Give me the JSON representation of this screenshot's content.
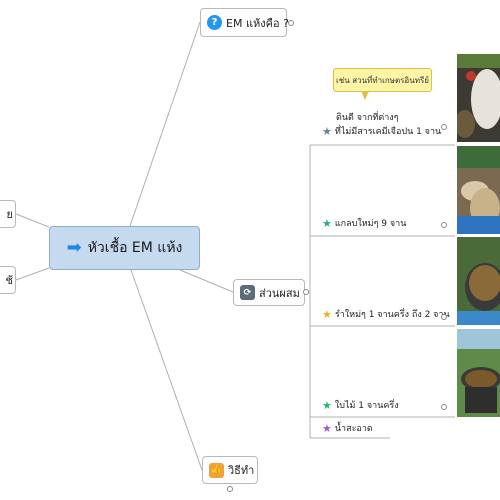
{
  "central": {
    "label": "หัวเชื้อ EM แห้ง",
    "icon": "right-arrow-icon"
  },
  "topics": {
    "what_is": {
      "label": "EM แห้งคือ ?",
      "icon": "question-icon"
    },
    "ingredients": {
      "label": "ส่วนผสม",
      "icon": "mix-icon"
    },
    "method": {
      "label": "วิธีทำ",
      "icon": "thumbs-up-icon"
    },
    "left_1": {
      "label": "ย"
    },
    "left_2": {
      "label": "ช้"
    }
  },
  "ingredients_items": [
    {
      "line1": "ดินดี จากที่ต่างๆ",
      "line2": "ที่ไม่มีสารเคมีเจือปน 1 จาน",
      "star_color": "#6a7fa8"
    },
    {
      "line1": "แกลบใหม่ๆ 9 จาน",
      "line2": "",
      "star_color": "#2aa889"
    },
    {
      "line1": "รำใหม่ๆ 1 จานครึ่ง ถึง 2 จาน",
      "line2": "",
      "star_color": "#f2b21c"
    },
    {
      "line1": "ใบไม้ 1 จานครึ่ง",
      "line2": "",
      "star_color": "#2bb673"
    },
    {
      "line1": "น้ำสะอาด",
      "line2": "",
      "star_color": "#a259c4"
    }
  ],
  "callout": {
    "text": "เช่น สวนที่ทำเกษตรอินทรีย์"
  },
  "colors": {
    "central_fill": "#c5d9ef",
    "line": "#b0b0b0"
  }
}
